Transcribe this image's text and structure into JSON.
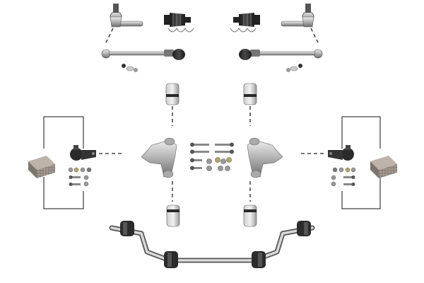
{
  "diagram": {
    "kind": "suspension-parts-kit",
    "colors": {
      "background": "#ffffff",
      "metal": "#b9b9b9",
      "rubber": "#2b2b2b",
      "line": "#222222"
    },
    "parts": [
      {
        "name": "tie-rod-end",
        "count": 2
      },
      {
        "name": "steering-rack-boot",
        "count": 2
      },
      {
        "name": "inner-tie-rod",
        "count": 2
      },
      {
        "name": "control-arm-bushing",
        "count": 4
      },
      {
        "name": "ball-joint",
        "count": 2
      },
      {
        "name": "brake-pad-set",
        "count": 2
      },
      {
        "name": "control-arm",
        "count": 2
      },
      {
        "name": "bolt-and-nut-set",
        "count": 3
      },
      {
        "name": "stabilizer-bar",
        "count": 1
      },
      {
        "name": "stabilizer-bushing",
        "count": 4
      }
    ]
  }
}
